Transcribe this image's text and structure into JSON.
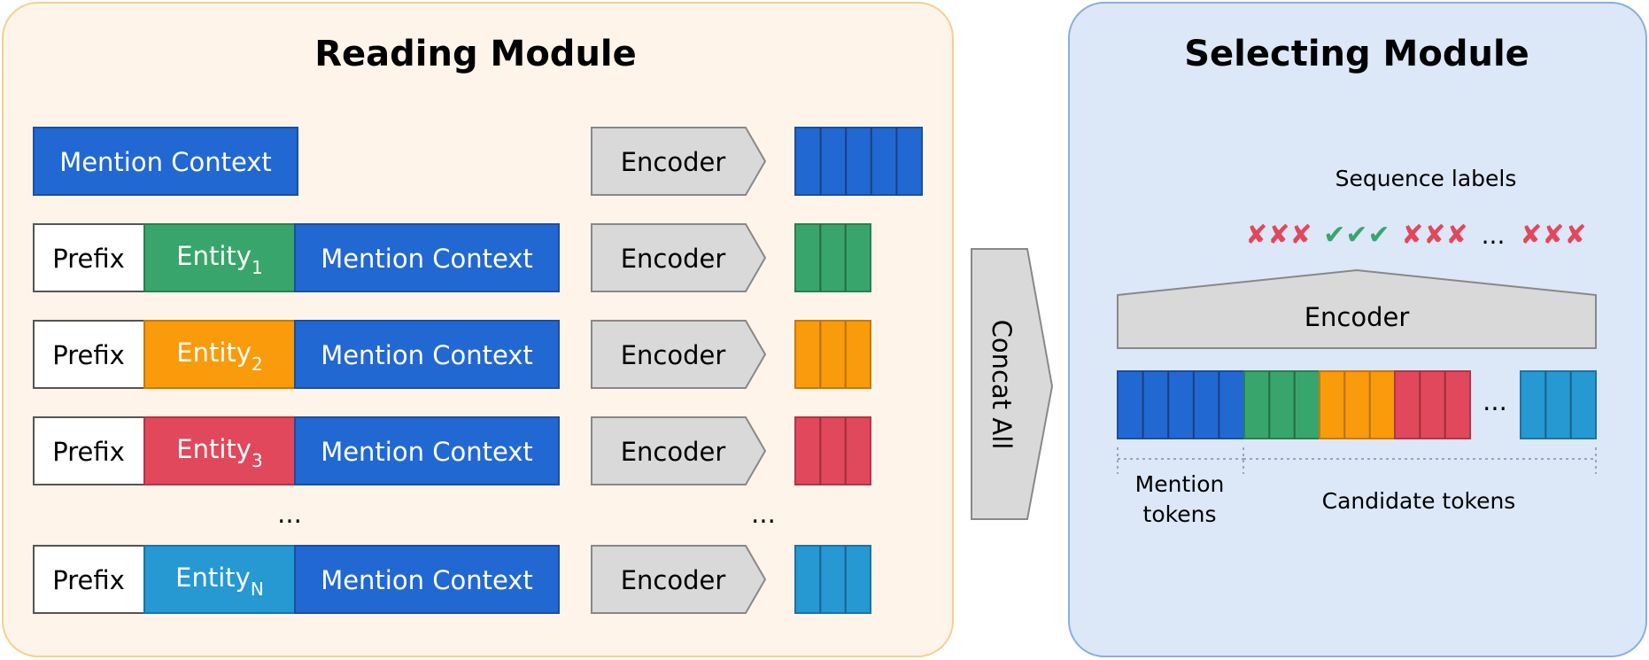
{
  "colors": {
    "mention_blue": "#2268d2",
    "entity_1": "#38a66c",
    "entity_2": "#f99b0a",
    "entity_3": "#e1485b",
    "entity_n": "#2698d2",
    "encoder_gray": "#d9d9d9",
    "reading_bg": "#fef4ea",
    "reading_border": "#f5d08c",
    "selecting_bg": "#dce7f8",
    "selecting_border": "#8aaee0",
    "cross_red": "#e1485b",
    "check_green": "#38a66c"
  },
  "reading_module": {
    "title": "Reading Module",
    "mention_context": "Mention Context",
    "encoder": "Encoder",
    "prefix": "Prefix",
    "entity_base": "Entity",
    "entity_subscripts": [
      "1",
      "2",
      "3",
      "N"
    ],
    "ellipsis": "..."
  },
  "concat": {
    "label": "Concat All"
  },
  "selecting_module": {
    "title": "Selecting Module",
    "sequence_labels": "Sequence labels",
    "labels": {
      "group1": "✘✘✘",
      "group2": "✔✔✔",
      "group3": "✘✘✘",
      "ellipsis": "...",
      "group4": "✘✘✘"
    },
    "encoder": "Encoder",
    "tokens_ellipsis": "...",
    "mention_tokens_line1": "Mention",
    "mention_tokens_line2": "tokens",
    "candidate_tokens": "Candidate tokens"
  }
}
